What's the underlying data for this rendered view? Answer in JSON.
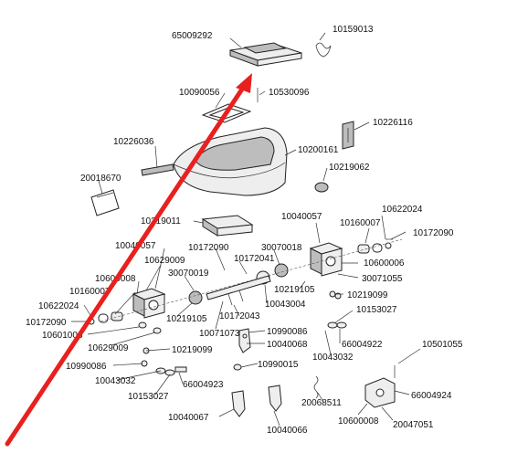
{
  "part_numbers": [
    "65009292",
    "10159013",
    "10090056",
    "10530096",
    "10226116",
    "10226036",
    "10200161",
    "10219062",
    "20018670",
    "10219011",
    "10040057",
    "10160007",
    "10622024",
    "10172090",
    "10040057",
    "10172090",
    "30070018",
    "10600006",
    "10629009",
    "10172041",
    "10600008",
    "30070019",
    "30071055",
    "10160007",
    "10219105",
    "10219099",
    "10622024",
    "10043004",
    "10153027",
    "10172090",
    "10219105",
    "10172043",
    "10601008",
    "10071073",
    "10990086",
    "10629009",
    "10040068",
    "66004922",
    "10501055",
    "10219099",
    "10043032",
    "10990086",
    "10990015",
    "10043032",
    "66004923",
    "66004924",
    "10153027",
    "20068511",
    "10600008",
    "20047051",
    "10040067",
    "10040066"
  ],
  "colors": {
    "arrow": "#e8201e",
    "line": "#222222",
    "part_fill": "#eeeeee"
  }
}
